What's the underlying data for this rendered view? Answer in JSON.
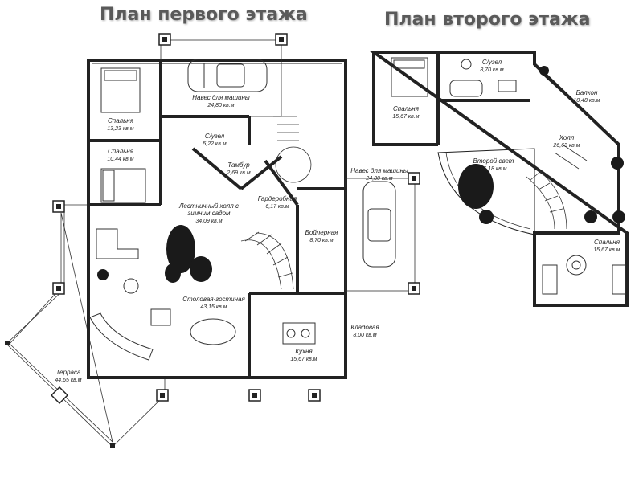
{
  "headings": {
    "first_floor": "План первого этажа",
    "second_floor": "План второго этажа"
  },
  "first_floor": {
    "rooms": [
      {
        "key": "carport_top",
        "name": "Навес для машины",
        "area": "24,80 кв.м"
      },
      {
        "key": "bedroom_1",
        "name": "Спальня",
        "area": "13,23 кв.м"
      },
      {
        "key": "bathroom",
        "name": "С/узел",
        "area": "5,22 кв.м"
      },
      {
        "key": "bedroom_2",
        "name": "Спальня",
        "area": "10,44 кв.м"
      },
      {
        "key": "vestibule",
        "name": "Тамбур",
        "area": "2,69 кв.м"
      },
      {
        "key": "wardrobe",
        "name": "Гардеробная",
        "area": "6,17 кв.м"
      },
      {
        "key": "carport_right",
        "name": "Навес для машины",
        "area": "24,80 кв.м"
      },
      {
        "key": "stair_hall",
        "name": "Лестничный холл с зимним садом",
        "area": "34,09 кв.м"
      },
      {
        "key": "boiler",
        "name": "Бойлерная",
        "area": "8,70 кв.м"
      },
      {
        "key": "dining_living",
        "name": "Столовая-гостиная",
        "area": "43,15 кв.м"
      },
      {
        "key": "pantry",
        "name": "Кладовая",
        "area": "8,00 кв.м"
      },
      {
        "key": "kitchen",
        "name": "Кухня",
        "area": "15,67 кв.м"
      },
      {
        "key": "terrace",
        "name": "Терраса",
        "area": "44,65 кв.м"
      }
    ]
  },
  "second_floor": {
    "rooms": [
      {
        "key": "bathroom",
        "name": "С/узел",
        "area": "8,70 кв.м"
      },
      {
        "key": "bedroom_1",
        "name": "Спальня",
        "area": "15,67 кв.м"
      },
      {
        "key": "balcony",
        "name": "Балкон",
        "area": "10,48 кв.м"
      },
      {
        "key": "hall",
        "name": "Холл",
        "area": "26,63 кв.м"
      },
      {
        "key": "second_light",
        "name": "Второй свет",
        "area": "26,18 кв.м"
      },
      {
        "key": "bedroom_2",
        "name": "Спальня",
        "area": "15,67 кв.м"
      }
    ]
  }
}
